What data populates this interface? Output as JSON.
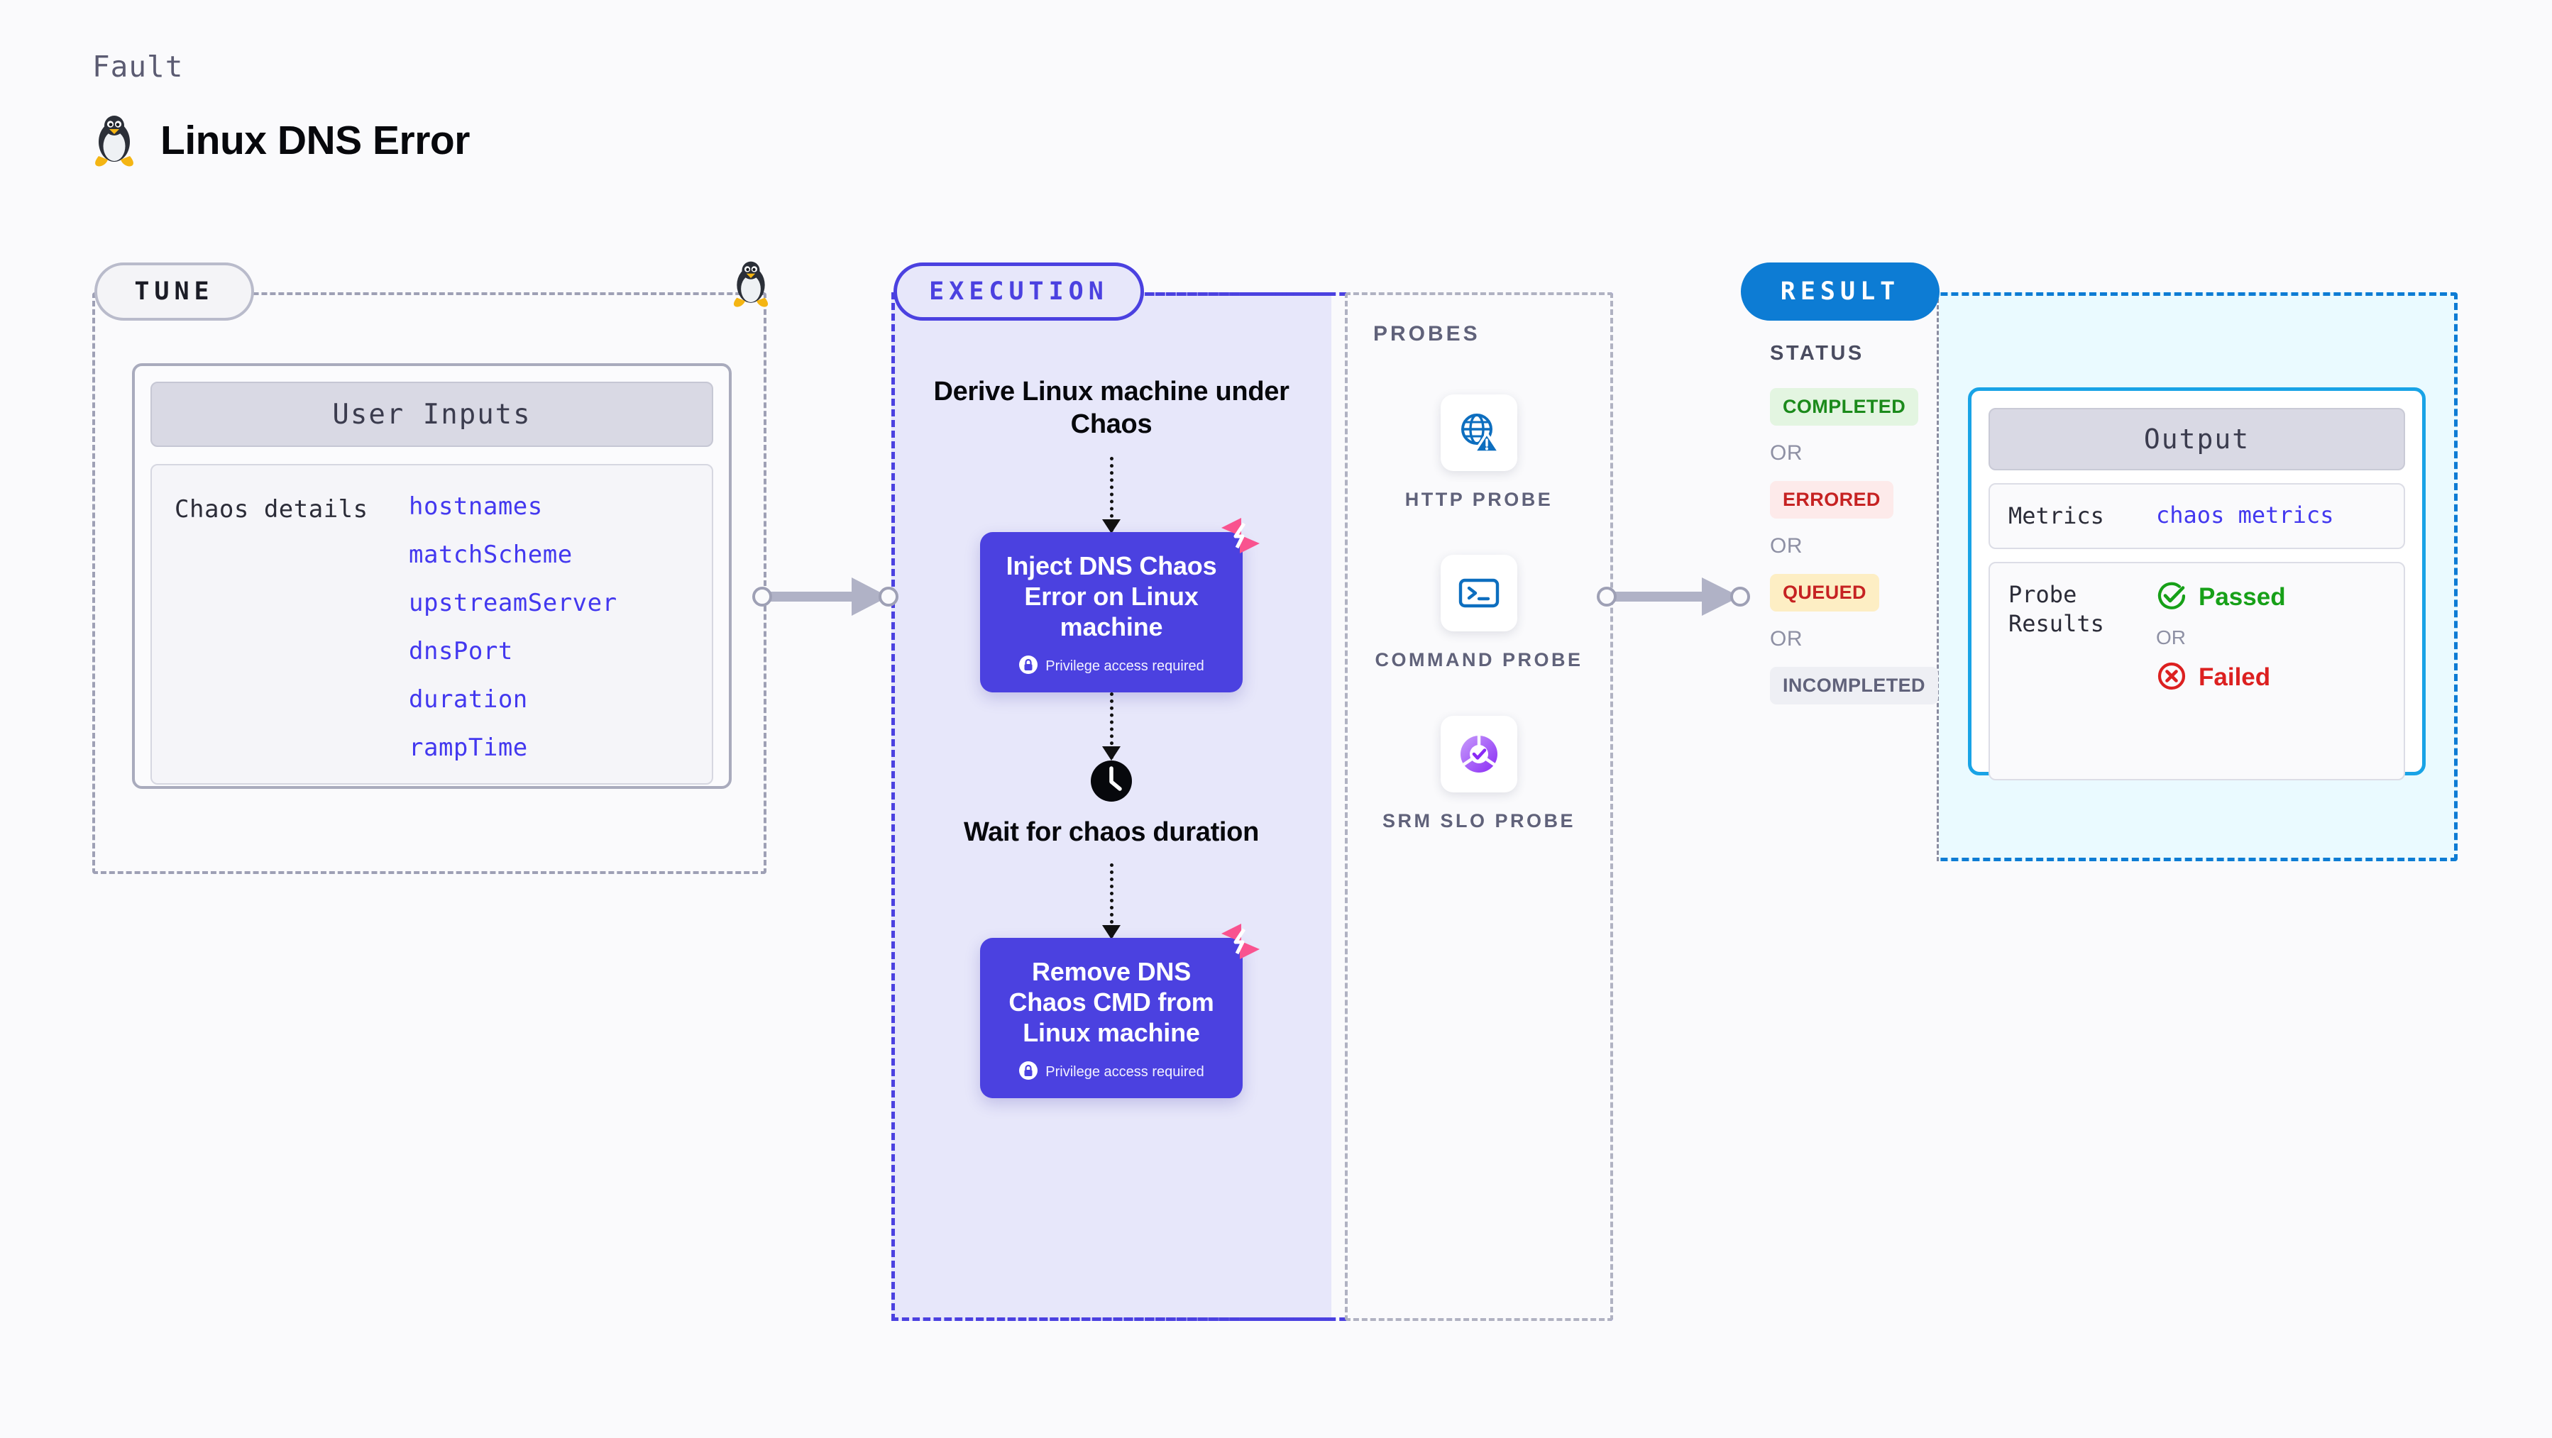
{
  "header": {
    "eyebrow": "Fault",
    "title": "Linux DNS Error",
    "logo_icon": "linux-penguin-icon"
  },
  "tune": {
    "badge": "TUNE",
    "card_title": "User Inputs",
    "details_label": "Chaos details",
    "params": [
      "hostnames",
      "matchScheme",
      "upstreamServer",
      "dnsPort",
      "duration",
      "rampTime"
    ],
    "border_color": "#9ea0b5",
    "accent_color": "#4338ef"
  },
  "execution": {
    "badge": "EXECUTION",
    "accent_color": "#4b41e0",
    "fill_color": "#e7e7fa",
    "steps": [
      {
        "type": "label",
        "text": "Derive Linux machine under Chaos"
      },
      {
        "type": "block",
        "text": "Inject DNS Chaos Error on Linux machine",
        "note": "Privilege access required",
        "note_icon": "lock-icon",
        "badge_icon": "harness-logo-icon"
      },
      {
        "type": "label",
        "text": "Wait for chaos duration",
        "icon": "clock-icon"
      },
      {
        "type": "block",
        "text": "Remove DNS Chaos CMD from Linux machine",
        "note": "Privilege access required",
        "note_icon": "lock-icon",
        "badge_icon": "harness-logo-icon"
      }
    ]
  },
  "probes": {
    "title": "PROBES",
    "items": [
      {
        "label": "HTTP PROBE",
        "icon": "globe-warning-icon"
      },
      {
        "label": "COMMAND PROBE",
        "icon": "terminal-icon"
      },
      {
        "label": "SRM SLO PROBE",
        "icon": "slo-donut-check-icon"
      }
    ]
  },
  "result": {
    "badge": "RESULT",
    "badge_color": "#0d7cd4",
    "status_title": "STATUS",
    "or_text": "OR",
    "statuses": [
      {
        "label": "COMPLETED",
        "bg": "#e3f5e1",
        "fg": "#1b8a1b"
      },
      {
        "label": "ERRORED",
        "bg": "#fdeaea",
        "fg": "#c62222"
      },
      {
        "label": "QUEUED",
        "bg": "#fdeec4",
        "fg": "#c62222"
      },
      {
        "label": "INCOMPLETED",
        "bg": "#eeeff4",
        "fg": "#60627a"
      }
    ],
    "output": {
      "title": "Output",
      "rows": [
        {
          "label": "Metrics",
          "value": "chaos metrics"
        },
        {
          "label": "Probe Results"
        }
      ],
      "probe_pass": {
        "label": "Passed",
        "icon": "check-circle-icon",
        "color": "#17a018"
      },
      "probe_or": "OR",
      "probe_fail": {
        "label": "Failed",
        "icon": "x-circle-icon",
        "color": "#dc2020"
      }
    }
  },
  "connectors": [
    {
      "name": "tune-to-execution-arrow"
    },
    {
      "name": "probes-to-result-arrow"
    }
  ]
}
